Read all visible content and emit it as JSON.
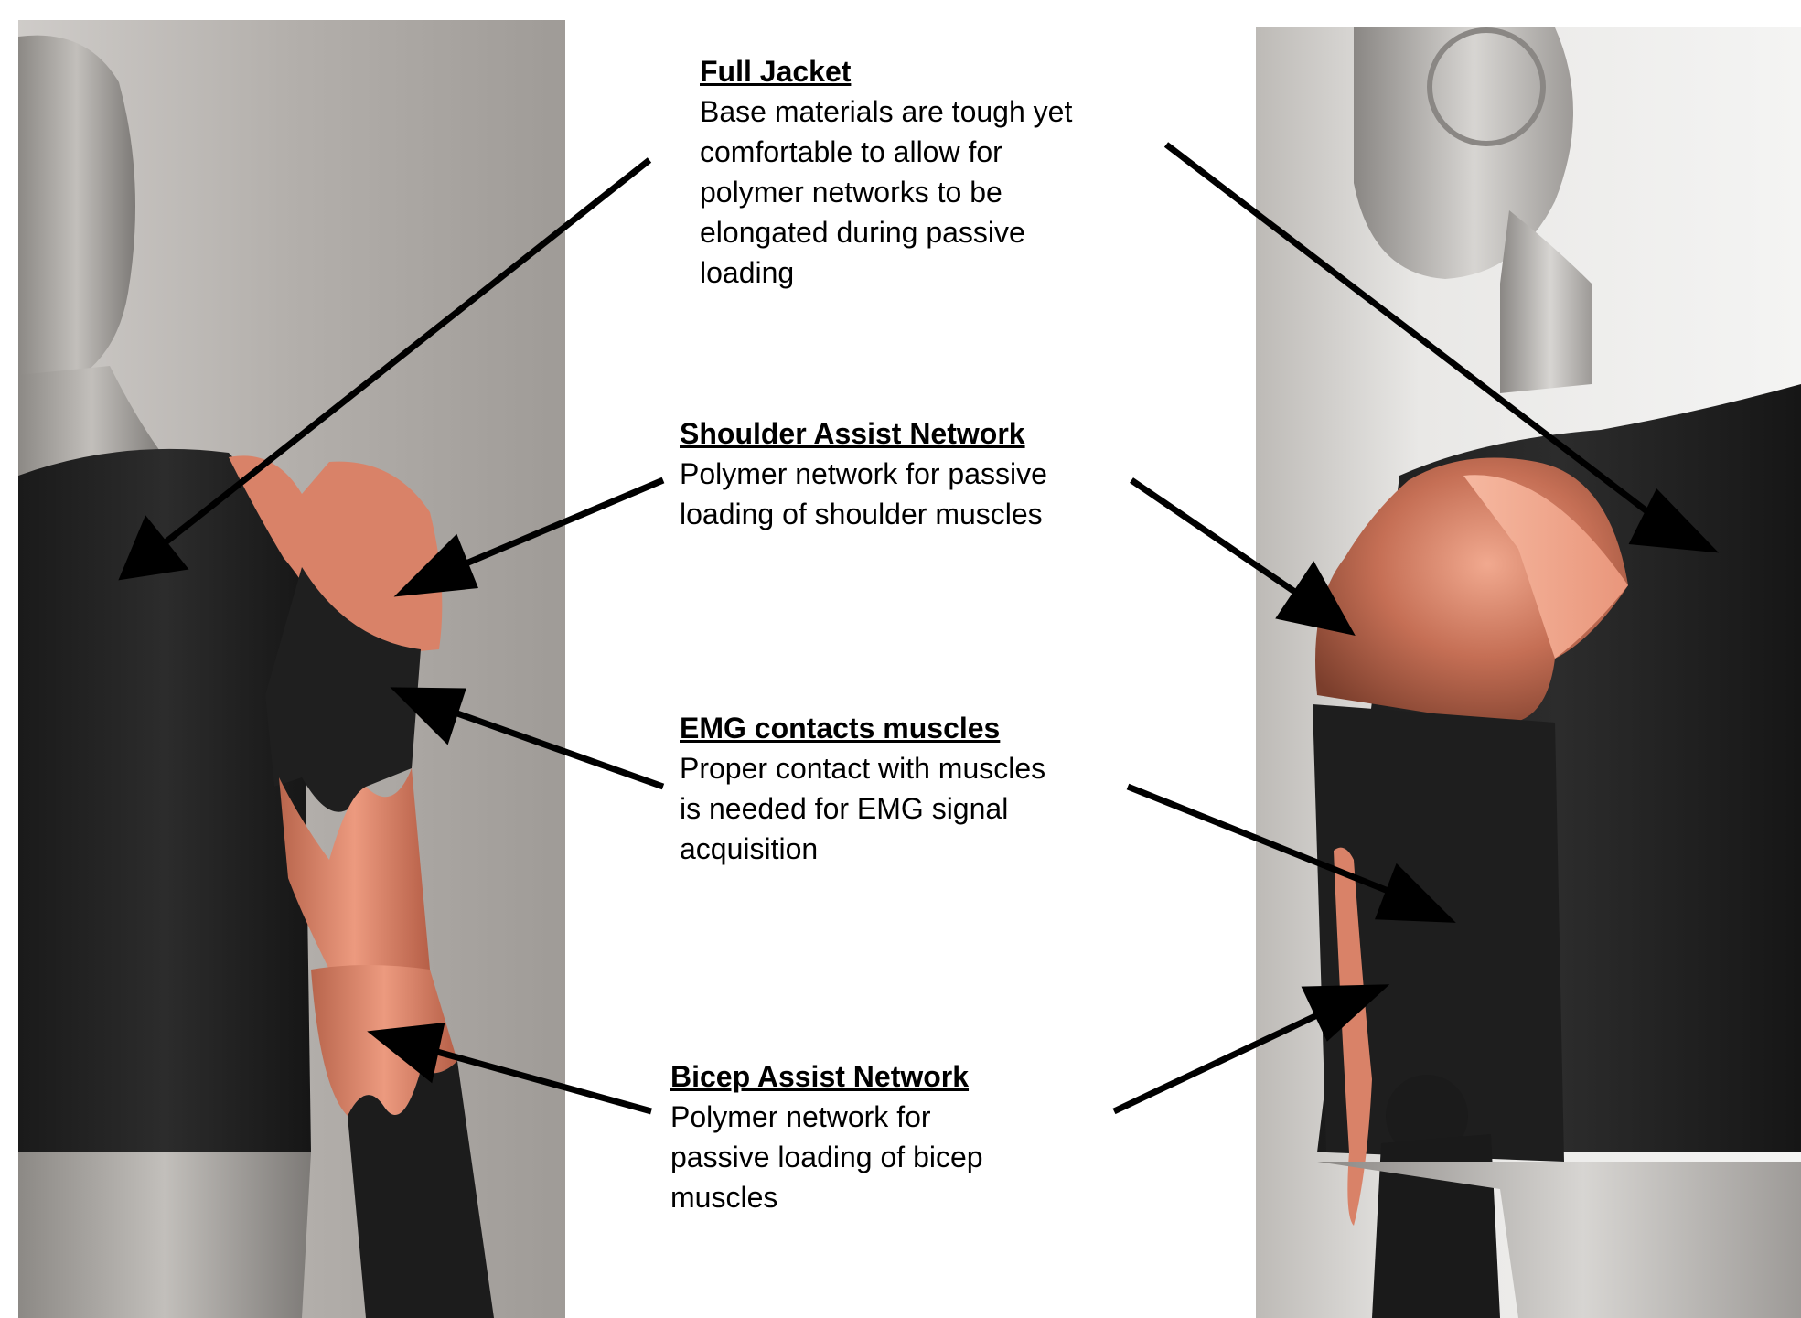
{
  "callouts": [
    {
      "title": "Full Jacket",
      "lines": [
        "Base materials are tough yet",
        "comfortable to allow for",
        "polymer networks to be",
        "elongated during passive",
        "loading"
      ]
    },
    {
      "title": "Shoulder Assist Network",
      "lines": [
        "Polymer network for passive",
        "loading of shoulder muscles"
      ]
    },
    {
      "title": "EMG contacts muscles",
      "lines": [
        "Proper contact with muscles",
        "is needed for EMG signal",
        "acquisition"
      ]
    },
    {
      "title": "Bicep Assist Network",
      "lines": [
        "Polymer network for",
        "passive loading of bicep",
        "muscles"
      ]
    }
  ],
  "colors": {
    "jacket": "#202020",
    "polymer": "#d98268",
    "mannequin": "#a9a6a3",
    "background": "#c9c6c2",
    "arrow": "#000000"
  }
}
